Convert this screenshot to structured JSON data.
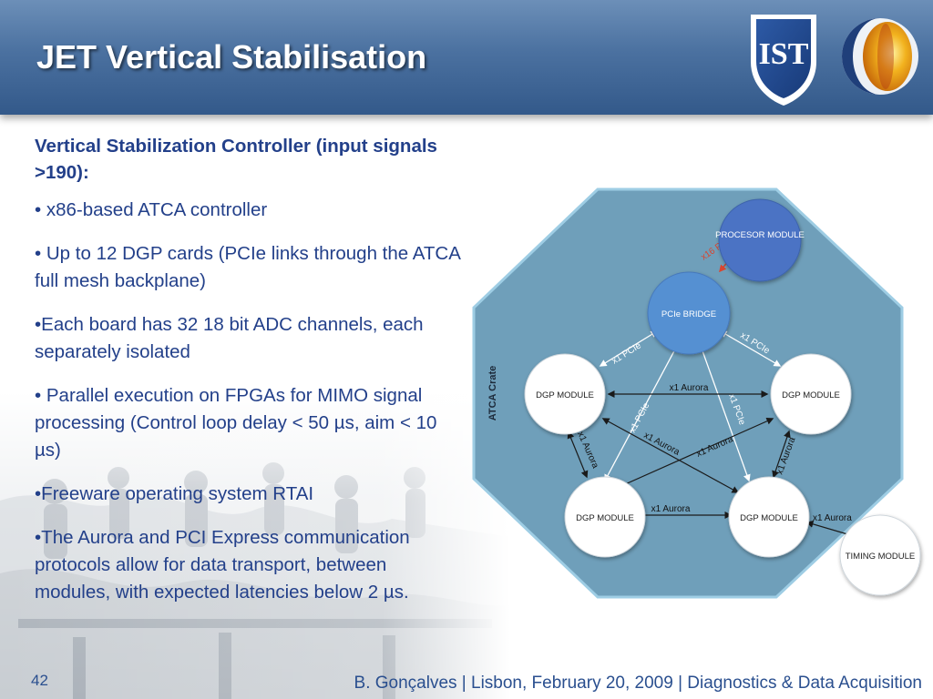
{
  "slide": {
    "title": "JET Vertical Stabilisation",
    "subheading": "Vertical Stabilization Controller (input signals >190):",
    "bullets": [
      "• x86-based ATCA controller",
      "• Up to 12 DGP cards (PCIe links through the ATCA full mesh backplane)",
      "•Each board has 32 18 bit ADC channels, each separately isolated",
      "• Parallel execution on FPGAs for MIMO signal processing (Control loop delay < 50 µs, aim < 10 µs)",
      "•Freeware operating system RTAI",
      "•The Aurora and PCI Express communication protocols allow for data transport, between modules, with expected latencies below 2 µs."
    ],
    "page_number": "42",
    "footer": "B. Gonçalves | Lisbon, February 20, 2009 | Diagnostics & Data Acquisition"
  },
  "logos": {
    "left_text": "IST"
  },
  "diagram": {
    "crate_label": "ATCA Crate",
    "nodes": {
      "processor": "PROCESOR MODULE",
      "bridge": "PCIe BRIDGE",
      "dgp_left": "DGP MODULE",
      "dgp_right": "DGP MODULE",
      "dgp_bottom_left": "DGP MODULE",
      "dgp_bottom_right": "DGP MODULE",
      "timing": "TIMING MODULE"
    },
    "links": {
      "x16_pcie": "x16 PCIe",
      "x1_pcie": "x1 PCIe",
      "x1_aurora": "x1 Aurora"
    },
    "colors": {
      "crate_fill": "#6f9fba",
      "crate_border": "#9ecde4",
      "processor_fill": "#4b73c4",
      "bridge_fill": "#5590d2",
      "module_fill": "#ffffff",
      "x16_label": "#d9452f"
    }
  },
  "colors": {
    "header": "#4b71a0",
    "text": "#23408a",
    "accent": "#2a4f8f"
  }
}
